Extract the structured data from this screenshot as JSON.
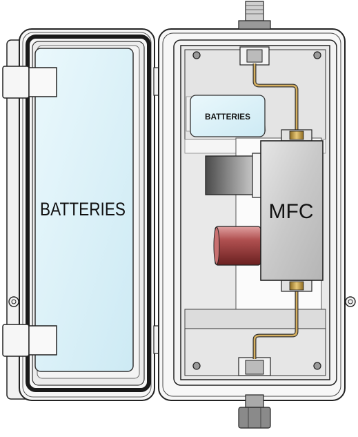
{
  "labels": {
    "left_batteries": "BATTERIES",
    "small_batteries": "BATTERIES",
    "mfc": "MFC"
  },
  "colors": {
    "battery_fill": "#d7f0f8",
    "housing": "#f4f4f4",
    "panel": "#e9e9e9",
    "gasket": "#1a1a1a",
    "tubing": "#c8a050",
    "mfc_body": "#cfcfcf",
    "copper_cylinder": "#a04040"
  },
  "components": [
    "enclosure-door",
    "enclosure-body",
    "hinges",
    "battery-pack",
    "small-battery-pack",
    "mass-flow-controller",
    "inlet-fitting",
    "outlet-fitting",
    "gas-tubing",
    "gray-cylinder",
    "copper-cylinder"
  ]
}
